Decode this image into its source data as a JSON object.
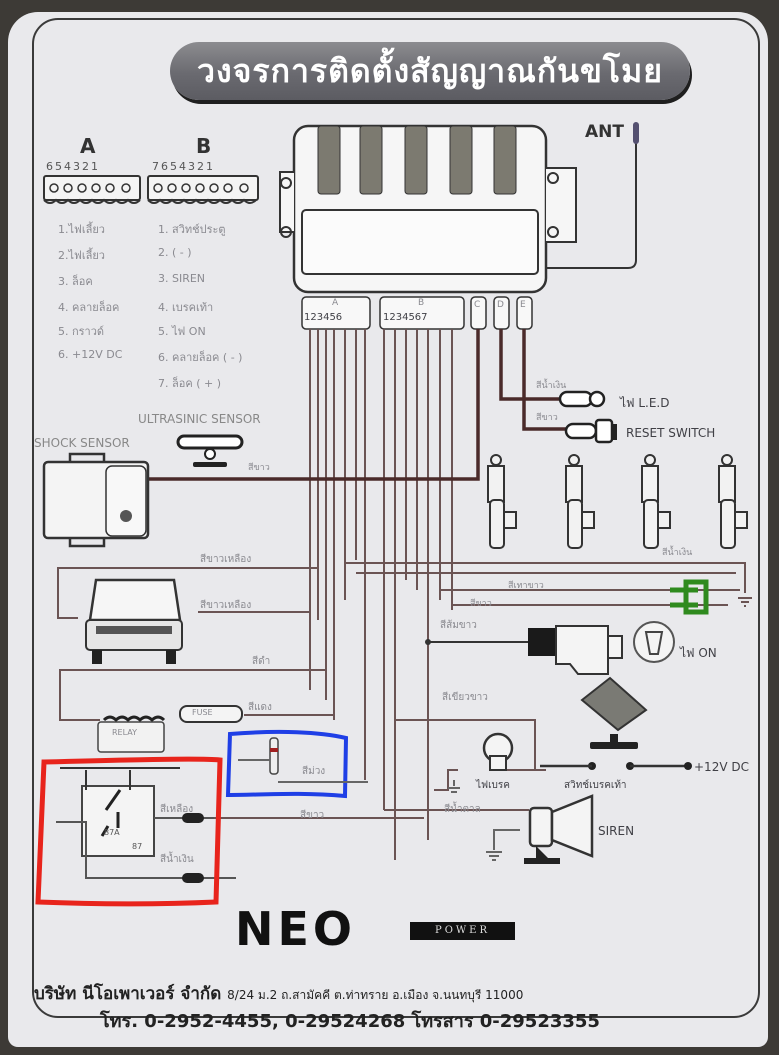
{
  "title": "วงจรการติดตั้งสัญญาณกันขโมย",
  "antenna_label": "ANT",
  "connector_a": {
    "letter": "A",
    "pin_numbers": "654321",
    "legend": [
      "1.ไฟเลี้ยว",
      "2.ไฟเลี้ยว",
      "3. ล็อค",
      "4. คลายล็อค",
      "5. กราวด์",
      "6. +12V DC"
    ]
  },
  "connector_b": {
    "letter": "B",
    "pin_numbers": "7654321",
    "legend": [
      "1. สวิทช์ประตู",
      "2. ( - )",
      "3. SIREN",
      "4. เบรคเท้า",
      "5. ไฟ ON",
      "6. คลายล็อค ( - )",
      "7. ล็อค ( + )"
    ]
  },
  "module_ports": {
    "a": {
      "letter": "A",
      "pins": "123456"
    },
    "b": {
      "letter": "B",
      "pins": "1234567"
    },
    "c": "C",
    "d": "D",
    "e": "E"
  },
  "components": {
    "led": "ไฟ L.E.D",
    "reset_switch": "RESET SWITCH",
    "shock_sensor": "SHOCK SENSOR",
    "ultrasonic_sensor": "ULTRASINIC SENSOR",
    "on_light": "ไฟ ON",
    "brake_light": "ไฟเบรค",
    "brake_pedal_switch": "สวิทช์เบรคเท้า",
    "power_input": "+12V DC",
    "siren": "SIREN",
    "fuse": "FUSE",
    "relay": "RELAY",
    "relay_pin": "87A",
    "relay_pin_87": "87"
  },
  "wire_labels": {
    "led_wire": "สีน้ำเงิน",
    "reset_wire": "สีขาว",
    "sensor_wire": "สีขาว",
    "turn_left": "สีขาวเหลือง",
    "turn_right": "สีขาวเหลือง",
    "ground": "สีดำ",
    "fuse_wire": "สีแดง",
    "door_wire": "สีม่วง",
    "relay_wire1": "สีเหลือง",
    "relay_wire2": "สีน้ำเงิน",
    "relay_out": "สีขาว",
    "lock_wire": "สีน้ำเงิน",
    "unlock_wire": "สีเทาขาว",
    "white_wire": "สีขาว",
    "on_wire": "สีส้มขาว",
    "brake_wire": "สีเขียวขาว",
    "siren_wire": "สีน้ำตาล"
  },
  "brand": {
    "logo_text": "NEO",
    "logo_tag": "POWER"
  },
  "footer": {
    "company": "บริษัท นีโอเพาเวอร์ จำกัด",
    "address": "8/24 ม.2 ถ.สามัคคี ต.ท่าทราย อ.เมือง จ.นนทบุรี 11000",
    "phones": "โทร. 0-2952-4455, 0-29524268 โทรสาร 0-29523355"
  },
  "annotations": {
    "red_box_color": "#e8241c",
    "blue_box_color": "#1f3fe6",
    "green_mark_color": "#2f8a1e"
  }
}
